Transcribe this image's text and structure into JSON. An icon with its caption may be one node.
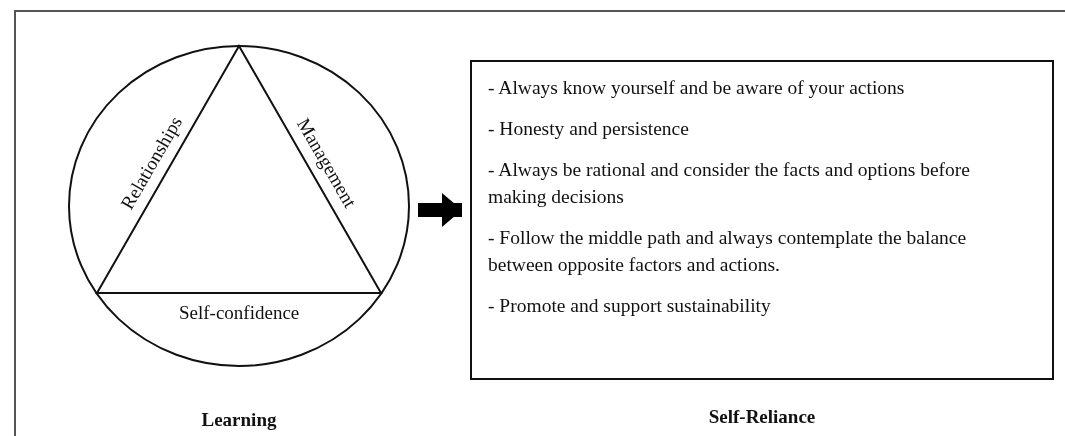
{
  "diagram": {
    "nodes": [
      {
        "text": [
          "Learning"
        ]
      },
      {
        "text": [
          "Relationships",
          "Management",
          "Self-confidence"
        ],
        "in": 0
      },
      {
        "text": [
          "Self-Reliance",
          "- Always know yourself and be aware of your actions",
          "- Honesty and persistence",
          "- Always be rational and consider the facts and options before making decisions",
          "- Follow the middle path and always contemplate the balance between opposite factors and actions.",
          "- Promote and support sustainability"
        ]
      }
    ],
    "edges": [
      {
        "from": 0,
        "to": 2,
        "arrow": "to"
      }
    ]
  }
}
